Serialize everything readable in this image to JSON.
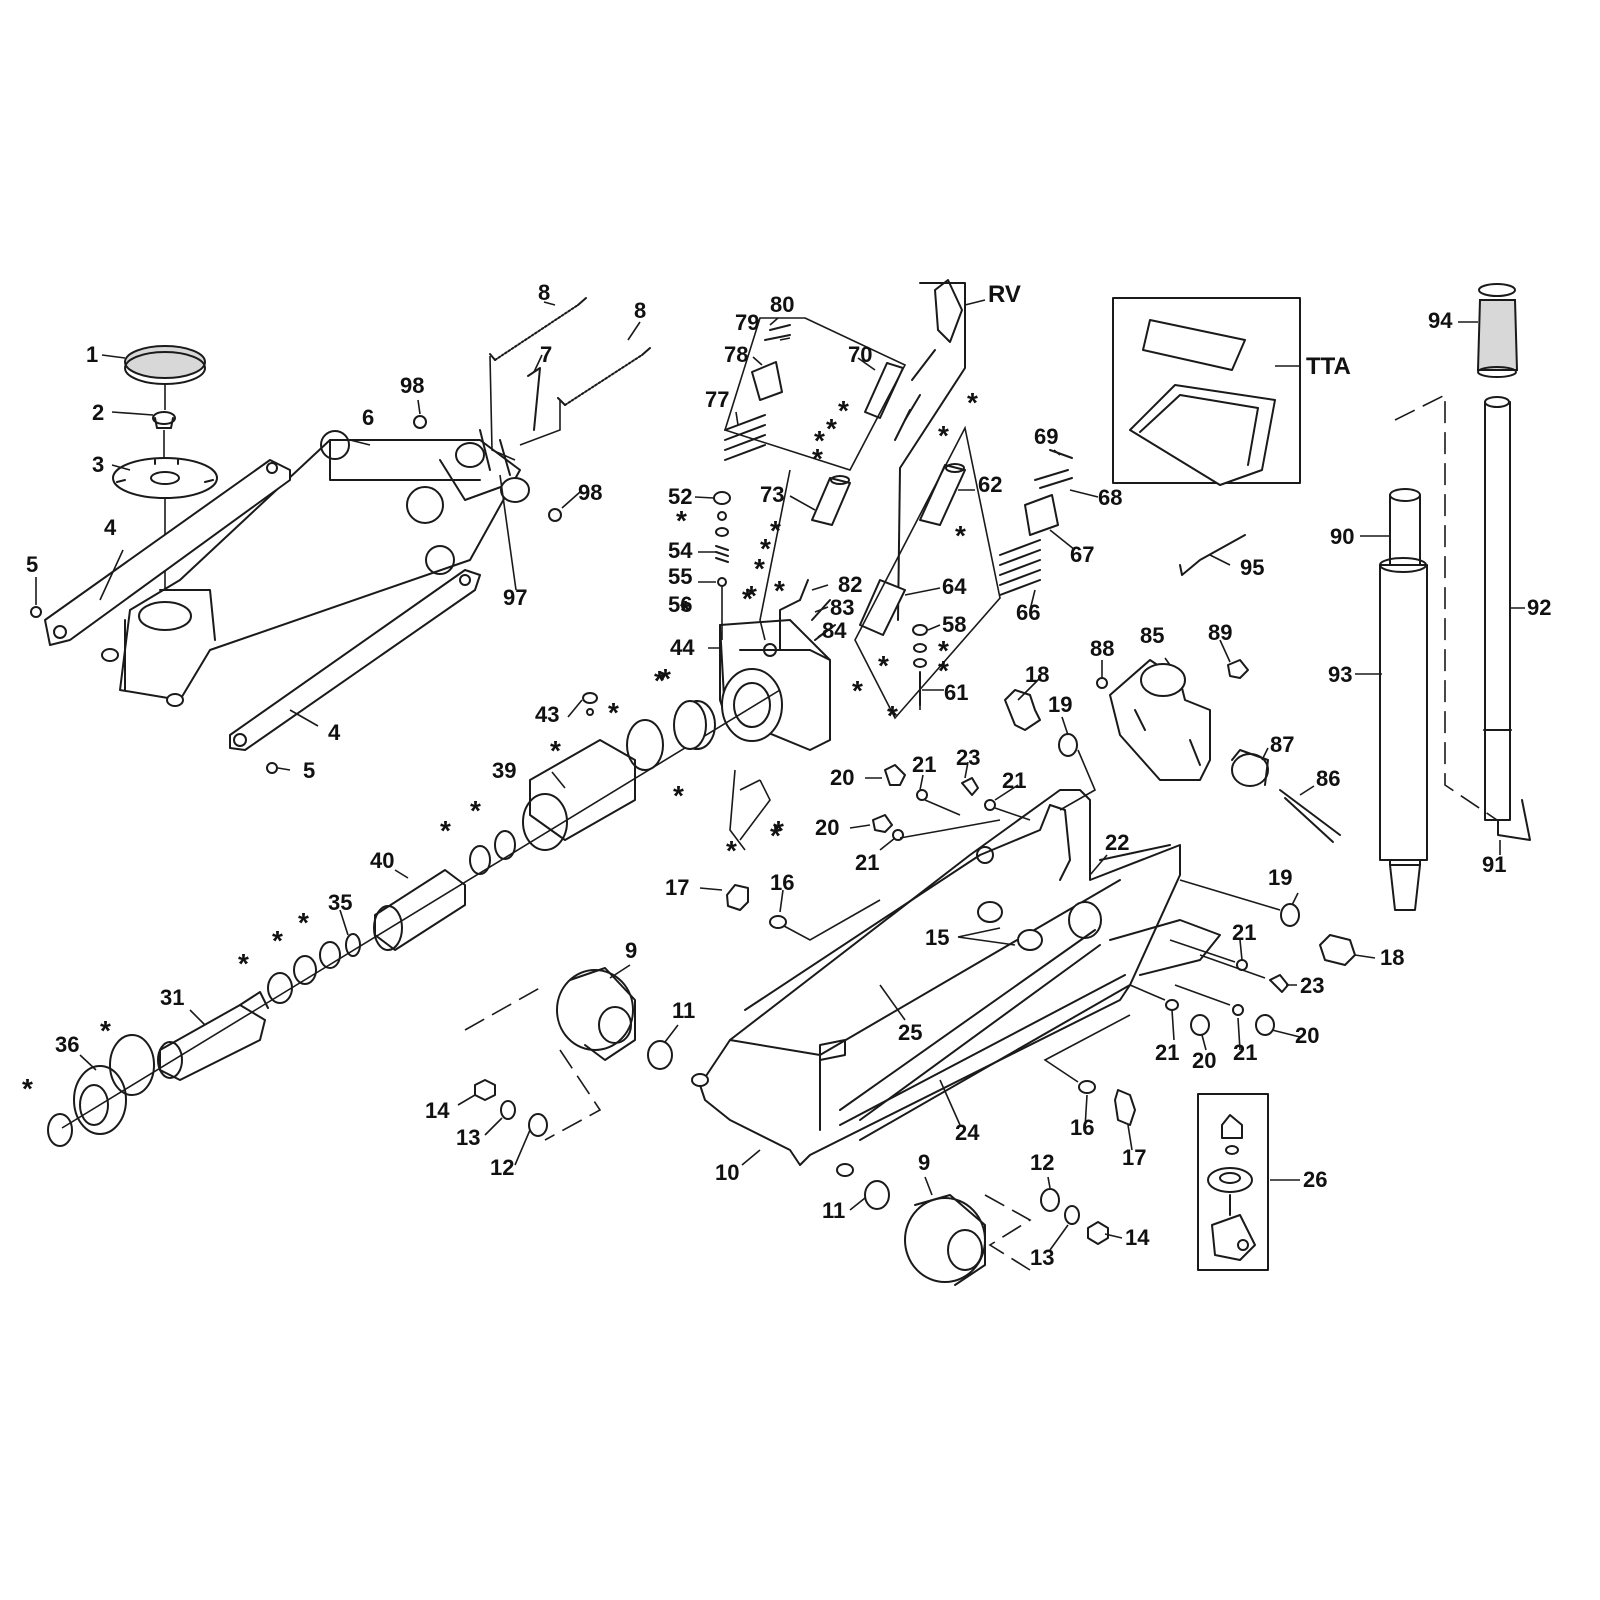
{
  "diagram": {
    "line_color": "#1a1a1a",
    "labels": [
      {
        "text": "1"
      },
      {
        "text": "2"
      },
      {
        "text": "3"
      },
      {
        "text": "4"
      },
      {
        "text": "4"
      },
      {
        "text": "5"
      },
      {
        "text": "5"
      },
      {
        "text": "6"
      },
      {
        "text": "7"
      },
      {
        "text": "8"
      },
      {
        "text": "8"
      },
      {
        "text": "98"
      },
      {
        "text": "98"
      },
      {
        "text": "97"
      },
      {
        "text": "80"
      },
      {
        "text": "79"
      },
      {
        "text": "78"
      },
      {
        "text": "77"
      },
      {
        "text": "70"
      },
      {
        "text": "RV"
      },
      {
        "text": "73"
      },
      {
        "text": "62"
      },
      {
        "text": "64"
      },
      {
        "text": "69"
      },
      {
        "text": "68"
      },
      {
        "text": "67"
      },
      {
        "text": "66"
      },
      {
        "text": "52"
      },
      {
        "text": "54"
      },
      {
        "text": "55"
      },
      {
        "text": "56"
      },
      {
        "text": "82"
      },
      {
        "text": "83"
      },
      {
        "text": "84"
      },
      {
        "text": "44"
      },
      {
        "text": "58"
      },
      {
        "text": "61"
      },
      {
        "text": "43"
      },
      {
        "text": "39"
      },
      {
        "text": "40"
      },
      {
        "text": "35"
      },
      {
        "text": "31"
      },
      {
        "text": "36"
      },
      {
        "text": "TTA"
      },
      {
        "text": "94"
      },
      {
        "text": "90"
      },
      {
        "text": "92"
      },
      {
        "text": "93"
      },
      {
        "text": "91"
      },
      {
        "text": "95"
      },
      {
        "text": "88"
      },
      {
        "text": "85"
      },
      {
        "text": "89"
      },
      {
        "text": "87"
      },
      {
        "text": "86"
      },
      {
        "text": "18"
      },
      {
        "text": "19"
      },
      {
        "text": "20"
      },
      {
        "text": "21"
      },
      {
        "text": "23"
      },
      {
        "text": "21"
      },
      {
        "text": "20"
      },
      {
        "text": "21"
      },
      {
        "text": "22"
      },
      {
        "text": "17"
      },
      {
        "text": "16"
      },
      {
        "text": "15"
      },
      {
        "text": "19"
      },
      {
        "text": "18"
      },
      {
        "text": "21"
      },
      {
        "text": "23"
      },
      {
        "text": "21"
      },
      {
        "text": "20"
      },
      {
        "text": "21"
      },
      {
        "text": "20"
      },
      {
        "text": "9"
      },
      {
        "text": "11"
      },
      {
        "text": "25"
      },
      {
        "text": "24"
      },
      {
        "text": "14"
      },
      {
        "text": "13"
      },
      {
        "text": "12"
      },
      {
        "text": "10"
      },
      {
        "text": "16"
      },
      {
        "text": "17"
      },
      {
        "text": "9"
      },
      {
        "text": "11"
      },
      {
        "text": "12"
      },
      {
        "text": "13"
      },
      {
        "text": "14"
      },
      {
        "text": "26"
      }
    ],
    "stars": [
      {
        "text": "*"
      },
      {
        "text": "*"
      },
      {
        "text": "*"
      },
      {
        "text": "*"
      },
      {
        "text": "*"
      },
      {
        "text": "*"
      },
      {
        "text": "*"
      },
      {
        "text": "*"
      },
      {
        "text": "*"
      },
      {
        "text": "*"
      },
      {
        "text": "*"
      },
      {
        "text": "*"
      },
      {
        "text": "*"
      },
      {
        "text": "*"
      },
      {
        "text": "*"
      },
      {
        "text": "*"
      },
      {
        "text": "*"
      },
      {
        "text": "*"
      },
      {
        "text": "*"
      },
      {
        "text": "*"
      },
      {
        "text": "*"
      },
      {
        "text": "*"
      },
      {
        "text": "*"
      },
      {
        "text": "*"
      },
      {
        "text": "*"
      },
      {
        "text": "*"
      },
      {
        "text": "*"
      },
      {
        "text": "*"
      },
      {
        "text": "*"
      },
      {
        "text": "*"
      },
      {
        "text": "*"
      },
      {
        "text": "*"
      },
      {
        "text": "*"
      },
      {
        "text": "*"
      },
      {
        "text": "*"
      }
    ]
  }
}
